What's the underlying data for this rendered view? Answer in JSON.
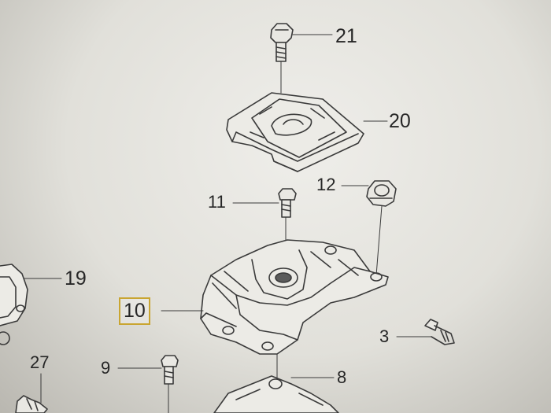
{
  "callouts": [
    {
      "id": "21",
      "label": "21"
    },
    {
      "id": "20",
      "label": "20"
    },
    {
      "id": "12",
      "label": "12"
    },
    {
      "id": "11",
      "label": "11"
    },
    {
      "id": "19",
      "label": "19"
    },
    {
      "id": "10",
      "label": "10",
      "highlighted": true
    },
    {
      "id": "3",
      "label": "3"
    },
    {
      "id": "27",
      "label": "27"
    },
    {
      "id": "9",
      "label": "9"
    },
    {
      "id": "8",
      "label": "8"
    }
  ],
  "colors": {
    "line": "#3a3a3a",
    "highlight_box": "#c9a531"
  }
}
